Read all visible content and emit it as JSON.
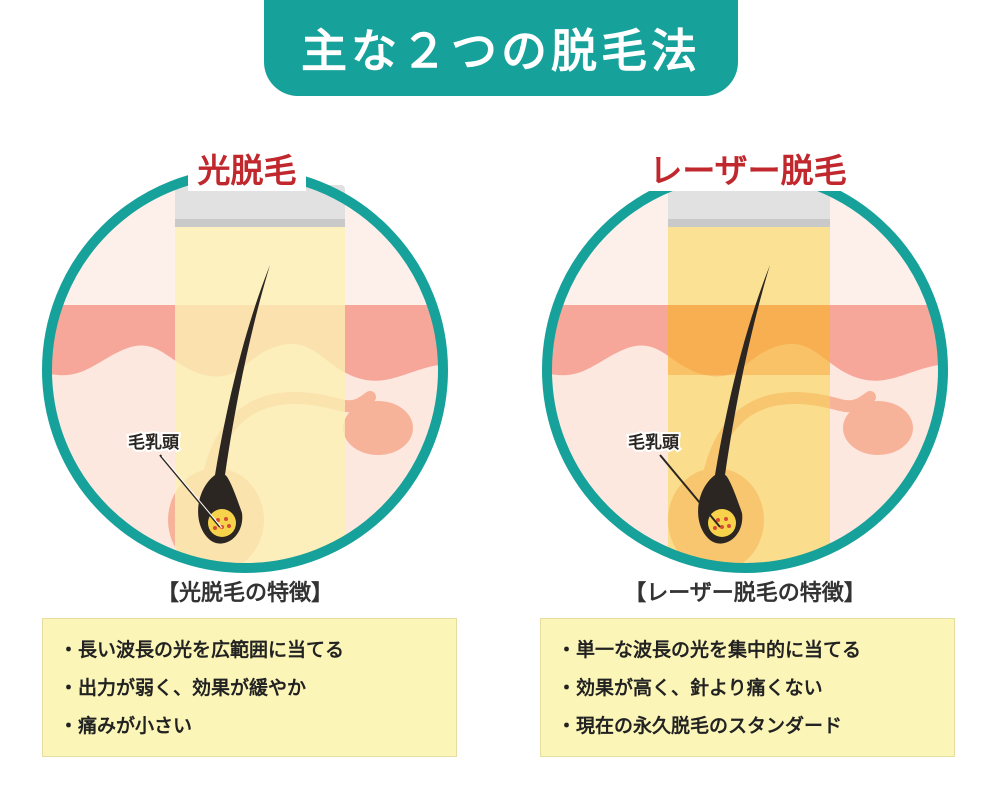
{
  "header": {
    "title": "主な２つの脱毛法"
  },
  "left": {
    "label": "光脱毛",
    "part_label": "毛乳頭",
    "features_title": "【光脱毛の特徴】",
    "features": [
      "長い波長の光を広範囲に当てる",
      "出力が弱く、効果が緩やか",
      "痛みが小さい"
    ]
  },
  "right": {
    "label": "レーザー脱毛",
    "part_label": "毛乳頭",
    "features_title": "【レーザー脱毛の特徴】",
    "features": [
      "単一な波長の光を集中的に当てる",
      "効果が高く、針より痛くない",
      "現在の永久脱毛のスタンダード"
    ]
  },
  "colors": {
    "teal": "#16a19a",
    "title_red": "#c0282d",
    "skin_top": "#f6a79a",
    "skin_inner": "#fde8e0",
    "hair": "#2b2621",
    "feature_bg": "#fbf6b8"
  }
}
